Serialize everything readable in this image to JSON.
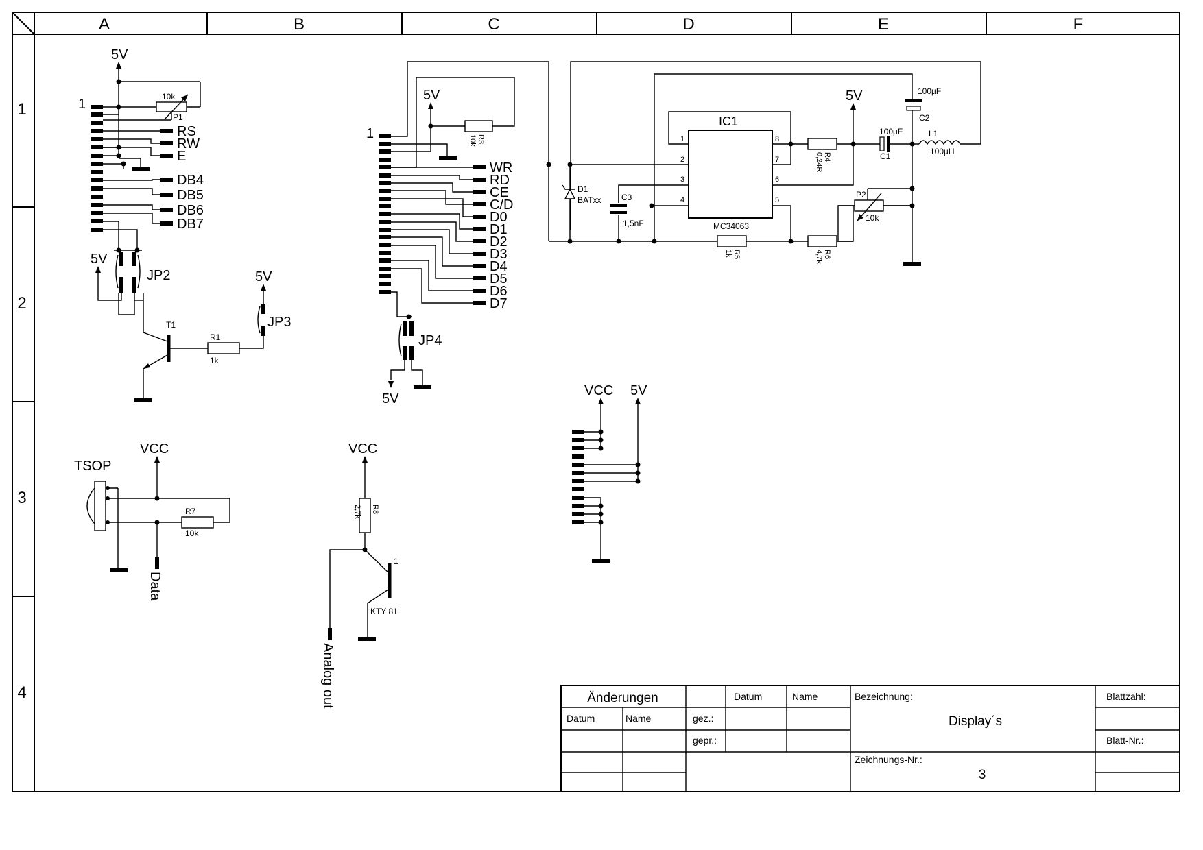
{
  "frame": {
    "columns": [
      "A",
      "B",
      "C",
      "D",
      "E",
      "F"
    ],
    "rows": [
      "1",
      "2",
      "3",
      "4"
    ]
  },
  "lcd": {
    "pin1": "1",
    "supply": "5V",
    "pot_name": "P1",
    "pot_value": "10k",
    "signals": [
      "RS",
      "RW",
      "E",
      "DB4",
      "DB5",
      "DB6",
      "DB7"
    ],
    "jp2_supply": "5V",
    "jp2_name": "JP2",
    "jp3_supply": "5V",
    "jp3_name": "JP3",
    "transistor": "T1",
    "r1_name": "R1",
    "r1_value": "1k"
  },
  "glcd": {
    "pin1": "1",
    "supply": "5V",
    "r3_name": "R3",
    "r3_value": "10k",
    "signals": [
      "WR",
      "RD",
      "CE",
      "C/D",
      "D0",
      "D1",
      "D2",
      "D3",
      "D4",
      "D5",
      "D6",
      "D7"
    ],
    "jp4_name": "JP4",
    "jp4_supply": "5V"
  },
  "regulator": {
    "ic_name": "IC1",
    "ic_part": "MC34063",
    "pins": [
      "1",
      "2",
      "3",
      "4",
      "5",
      "6",
      "7",
      "8"
    ],
    "supply": "5V",
    "d1_name": "D1",
    "d1_value": "BATxx",
    "c3_name": "C3",
    "c3_value": "1,5nF",
    "r4_name": "R4",
    "r4_value": "0,24R",
    "r5_name": "R5",
    "r5_value": "1k",
    "r6_name": "R6",
    "r6_value": "4,7k",
    "c1_name": "C1",
    "c1_value": "100µF",
    "c2_name": "C2",
    "c2_value": "100µF",
    "l1_name": "L1",
    "l1_value": "100µH",
    "p2_name": "P2",
    "p2_value": "10k"
  },
  "power_header": {
    "vcc": "VCC",
    "supply": "5V"
  },
  "tsop": {
    "name": "TSOP",
    "vcc": "VCC",
    "r7_name": "R7",
    "r7_value": "10k",
    "output": "Data"
  },
  "temp": {
    "vcc": "VCC",
    "r8_name": "R8",
    "r8_value": "2,7k",
    "sensor_pin": "1",
    "sensor_part": "KTY 81",
    "output": "Analog out"
  },
  "title_block": {
    "aenderungen": "Änderungen",
    "datum_head": "Datum",
    "name_head": "Name",
    "datum": "Datum",
    "name": "Name",
    "gez": "gez.:",
    "gepr": "gepr.:",
    "bezeichnung_label": "Bezeichnung:",
    "bezeichnung_value": "Display´s",
    "blattzahl": "Blattzahl:",
    "blattnr": "Blatt-Nr.:",
    "zeichnungsnr_label": "Zeichnungs-Nr.:",
    "zeichnungsnr_value": "3"
  }
}
